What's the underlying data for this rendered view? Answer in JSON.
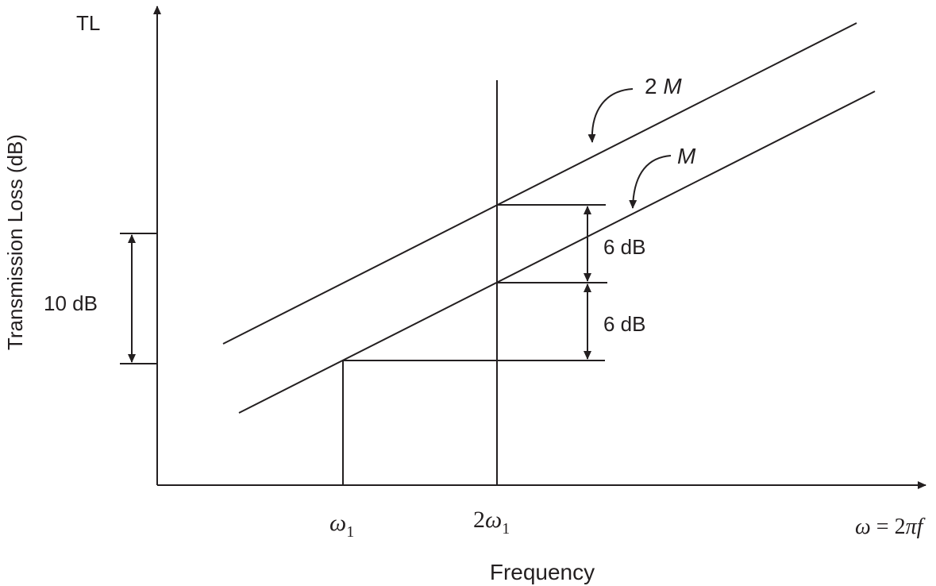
{
  "diagram": {
    "y_axis_title": "Transmission Loss (dB)",
    "y_axis_top_label": "TL",
    "x_axis_title": "Frequency",
    "x_axis_end": {
      "omega": "ω",
      "equals": " = 2",
      "pi": "π",
      "f": "f"
    },
    "tick_w1": {
      "omega": "ω",
      "sub": "1"
    },
    "tick_2w1": {
      "two": "2",
      "omega": "ω",
      "sub": "1"
    },
    "line_2m": {
      "two": "2 ",
      "m": "M"
    },
    "line_m": "M",
    "dim_10db": "10 dB",
    "dim_6db_upper": "6 dB",
    "dim_6db_lower": "6 dB"
  },
  "colors": {
    "ink": "#231f20",
    "background": "#ffffff"
  }
}
